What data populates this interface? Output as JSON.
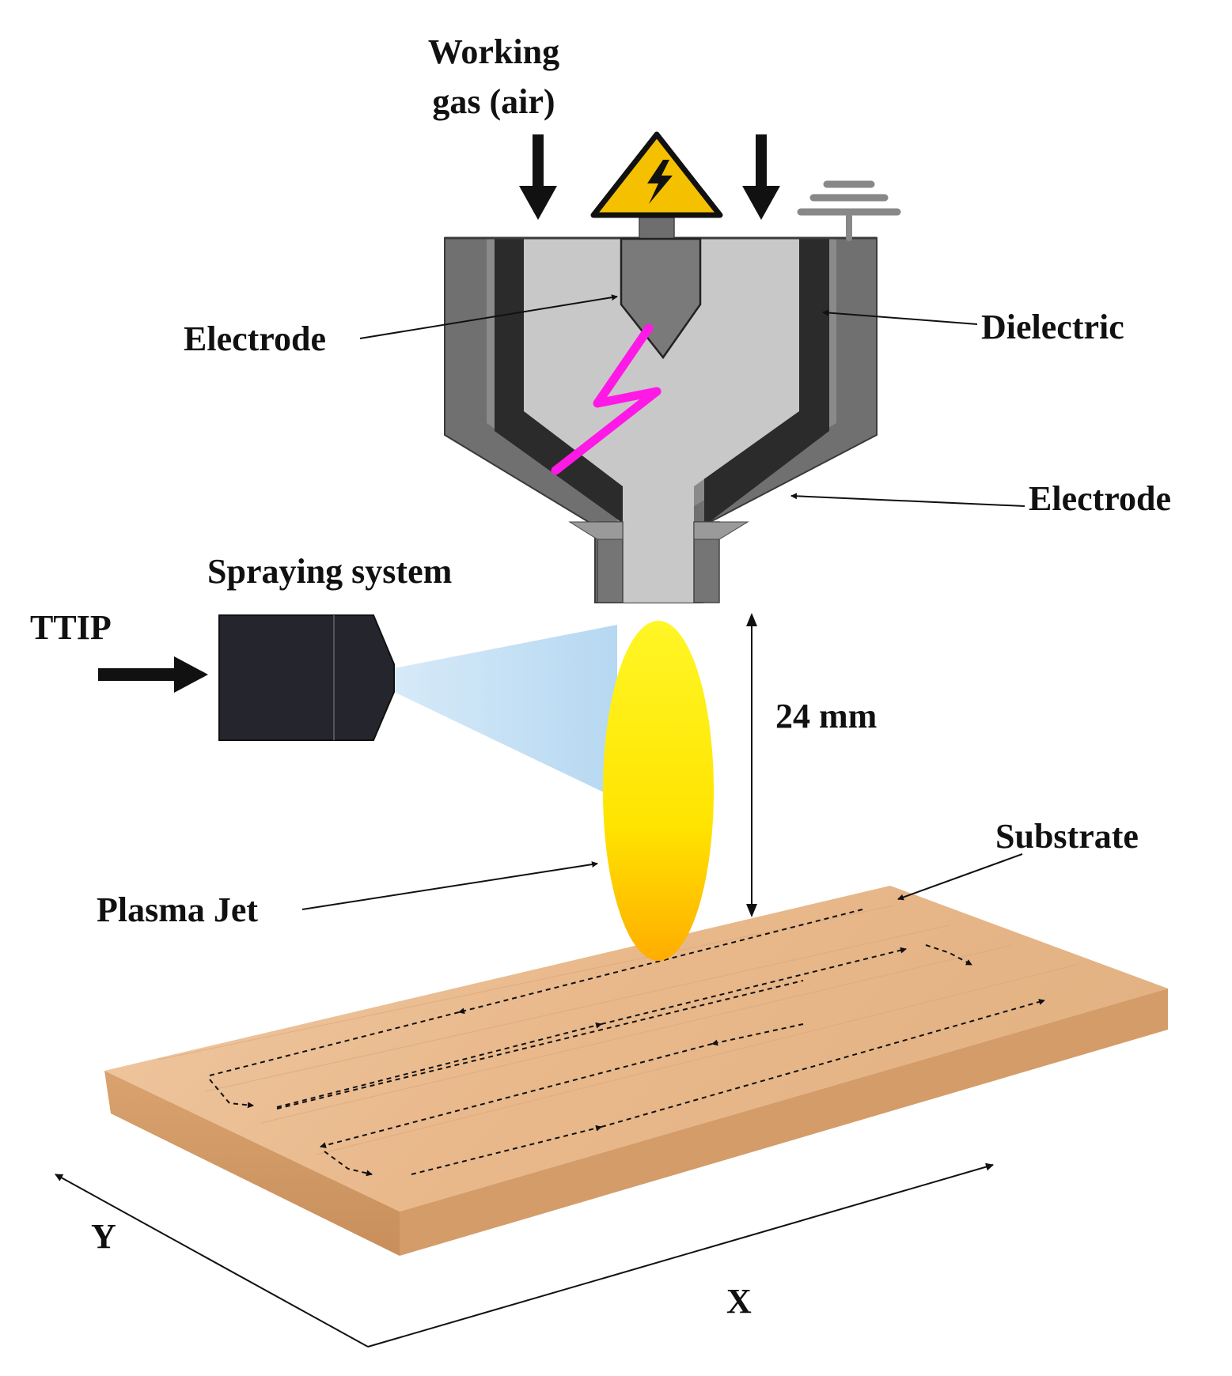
{
  "labels": {
    "working_gas_line1": "Working",
    "working_gas_line2": "gas (air)",
    "electrode_top": "Electrode",
    "dielectric": "Dielectric",
    "electrode_side": "Electrode",
    "spraying_system": "Spraying system",
    "ttip": "TTIP",
    "distance": "24 mm",
    "substrate": "Substrate",
    "plasma_jet": "Plasma Jet",
    "axis_y": "Y",
    "axis_x": "X"
  },
  "colors": {
    "torch_outer": "#707070",
    "dielectric": "#2b2b2b",
    "gas_chamber": "#c8c8c8",
    "electrode": "#7a7a7a",
    "discharge": "#ff19e6",
    "warning_yellow": "#f5c000",
    "plasma_top": "#fff21a",
    "plasma_bottom": "#ffb300",
    "spray_mist": "#b8daf2",
    "nozzle": "#25252e",
    "wood": "#e8b88a"
  },
  "icons": {
    "warning": "high-voltage-warning-icon",
    "ground": "ground-symbol-icon"
  }
}
